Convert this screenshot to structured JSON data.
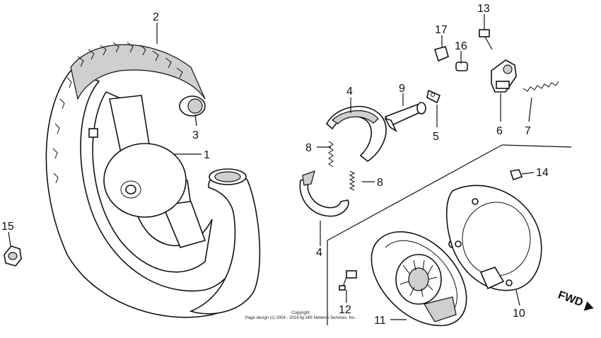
{
  "callouts": {
    "c1": "1",
    "c2": "2",
    "c3": "3",
    "c4a": "4",
    "c4b": "4",
    "c5": "5",
    "c6": "6",
    "c7": "7",
    "c8a": "8",
    "c8b": "8",
    "c9": "9",
    "c10": "10",
    "c11": "11",
    "c12": "12",
    "c13": "13",
    "c14": "14",
    "c15": "15",
    "c16": "16",
    "c17": "17"
  },
  "direction_label": "FWD",
  "copyright": {
    "line1": "Copyright",
    "line2": "Page design (c) 2004 - 2014 by ARI Network Services, Inc."
  }
}
